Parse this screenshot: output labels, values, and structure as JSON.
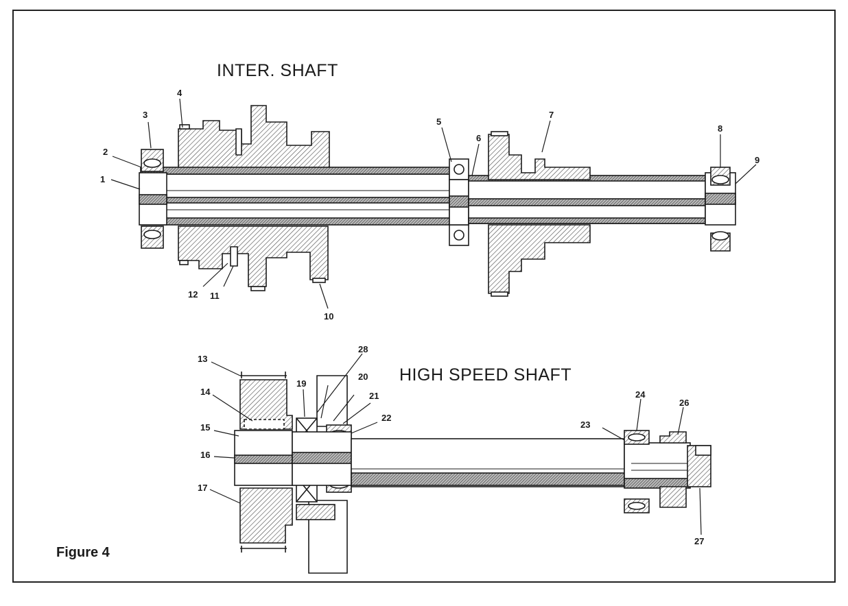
{
  "titles": {
    "inter_shaft": "INTER. SHAFT",
    "high_speed_shaft": "HIGH SPEED SHAFT",
    "figure": "Figure 4"
  },
  "callouts": {
    "c1": "1",
    "c2": "2",
    "c3": "3",
    "c4": "4",
    "c5": "5",
    "c6": "6",
    "c7": "7",
    "c8": "8",
    "c9": "9",
    "c10": "10",
    "c11": "11",
    "c12": "12",
    "c13": "13",
    "c14": "14",
    "c15": "15",
    "c16": "16",
    "c17": "17",
    "c19": "19",
    "c20": "20",
    "c21": "21",
    "c22": "22",
    "c23": "23",
    "c24": "24",
    "c26": "26",
    "c27": "27",
    "c28": "28"
  },
  "colors": {
    "ink": "#1a1a1a",
    "paper": "#ffffff",
    "hatch": "#555555"
  }
}
